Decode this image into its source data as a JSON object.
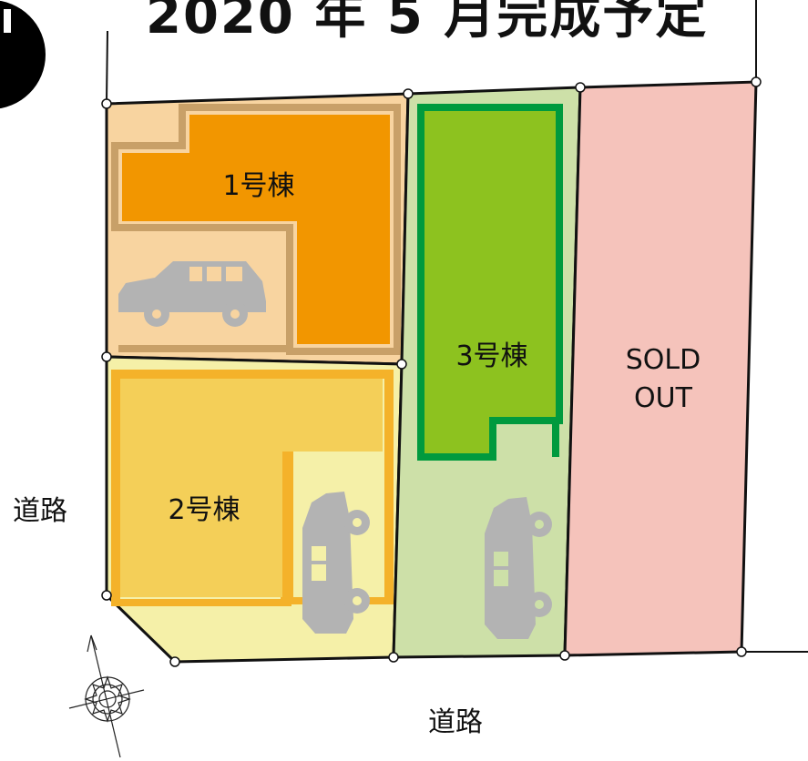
{
  "title": "2020 年 5 月完成予定",
  "lots": [
    {
      "label": "1号棟",
      "lot_color": "#f8d4a0",
      "house_color": "#f29600",
      "outline_color": "#c8a068"
    },
    {
      "label": "2号棟",
      "lot_color": "#f5f0a8",
      "house_color": "#f4cf58",
      "outline_color": "#f4b22a"
    },
    {
      "label": "3号棟",
      "lot_color": "#cde0a8",
      "house_color": "#8dc21f",
      "outline_color": "#009a3e"
    },
    {
      "label_line1": "SOLD",
      "label_line2": "OUT",
      "lot_color": "#f5c3bb"
    }
  ],
  "roads": {
    "left": "道路",
    "bottom": "道路"
  },
  "car_color": "#b3b3b3",
  "icons": [
    "compass-icon",
    "car-icon"
  ]
}
